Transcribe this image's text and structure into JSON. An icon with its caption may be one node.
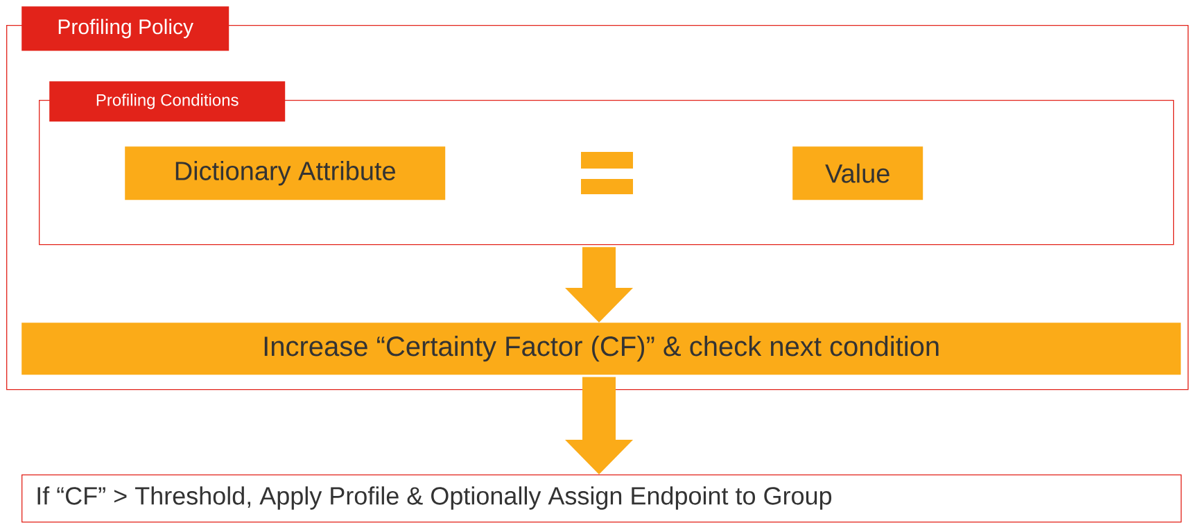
{
  "diagram": {
    "nodes": [
      {
        "text": [
          "Profiling Policy"
        ]
      },
      {
        "text": [
          "Profiling Conditions"
        ],
        "in": 0
      },
      {
        "text": [
          "Dictionary Attribute"
        ],
        "in": 1
      },
      {
        "text": [
          "Value"
        ],
        "in": 1
      },
      {
        "text": [
          "Increase “Certainty Factor (CF)” & check next condition"
        ],
        "in": 0
      },
      {
        "text": [
          "If “CF” > Threshold, Apply Profile & Optionally Assign Endpoint to Group"
        ]
      }
    ],
    "edges": [
      {
        "from": 1,
        "to": 4,
        "arrow": "to"
      },
      {
        "from": 4,
        "to": 5,
        "arrow": "to"
      }
    ]
  }
}
